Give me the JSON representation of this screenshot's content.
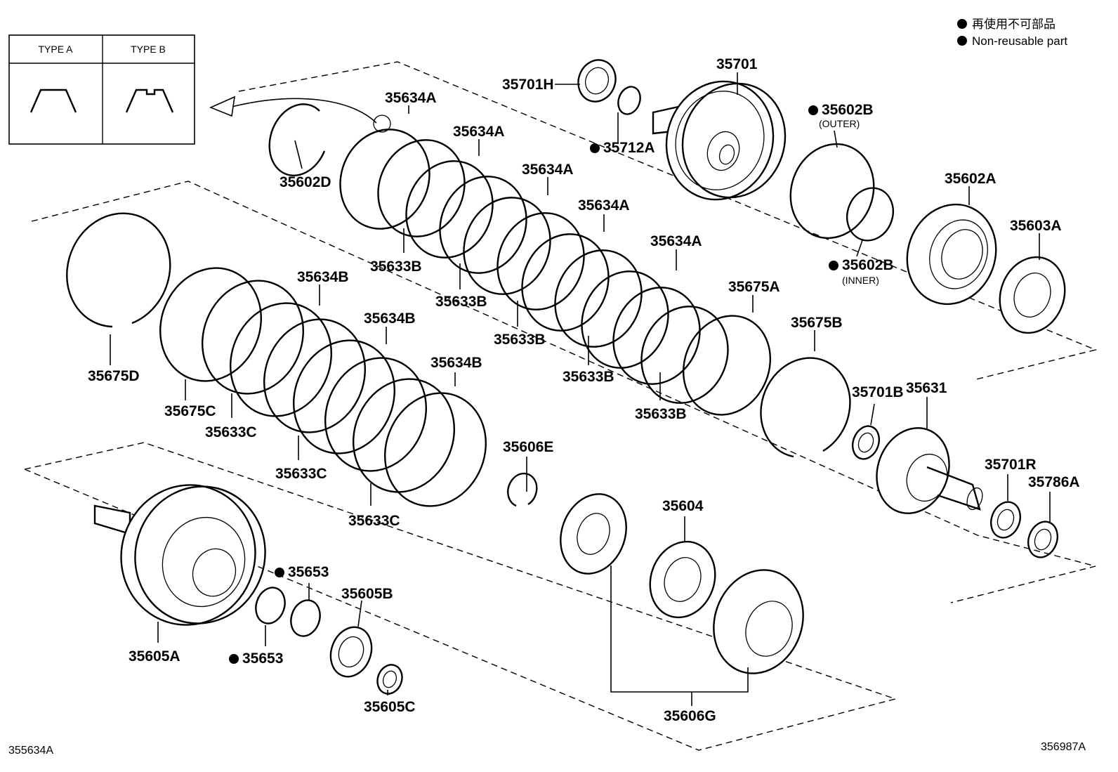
{
  "legend": {
    "line_jp": "再使用不可部品",
    "line_en": "Non-reusable part"
  },
  "type_box": {
    "type_a": "TYPE A",
    "type_b": "TYPE B"
  },
  "corner_codes": {
    "left": "355634A",
    "right": "356987A"
  },
  "callouts": {
    "p35701H": "35701H",
    "p35701": "35701",
    "p35712A": "35712A",
    "p35602B_outer": "35602B",
    "outer_note": "(OUTER)",
    "p35602B_inner": "35602B",
    "inner_note": "(INNER)",
    "p35602A": "35602A",
    "p35603A": "35603A",
    "p35634A_1": "35634A",
    "p35634A_2": "35634A",
    "p35634A_3": "35634A",
    "p35634A_4": "35634A",
    "p35634A_5": "35634A",
    "p35602D": "35602D",
    "p35633B_1": "35633B",
    "p35633B_2": "35633B",
    "p35633B_3": "35633B",
    "p35633B_4": "35633B",
    "p35633B_5": "35633B",
    "p35675A": "35675A",
    "p35675B": "35675B",
    "p35634B_1": "35634B",
    "p35634B_2": "35634B",
    "p35634B_3": "35634B",
    "p35675D": "35675D",
    "p35675C": "35675C",
    "p35633C_1": "35633C",
    "p35633C_2": "35633C",
    "p35633C_3": "35633C",
    "p35701B": "35701B",
    "p35631": "35631",
    "p35606E": "35606E",
    "p35701R": "35701R",
    "p35786A": "35786A",
    "p35604": "35604",
    "p35653_a": "35653",
    "p35653_b": "35653",
    "p35605B": "35605B",
    "p35605A": "35605A",
    "p35605C": "35605C",
    "p35606G": "35606G"
  }
}
